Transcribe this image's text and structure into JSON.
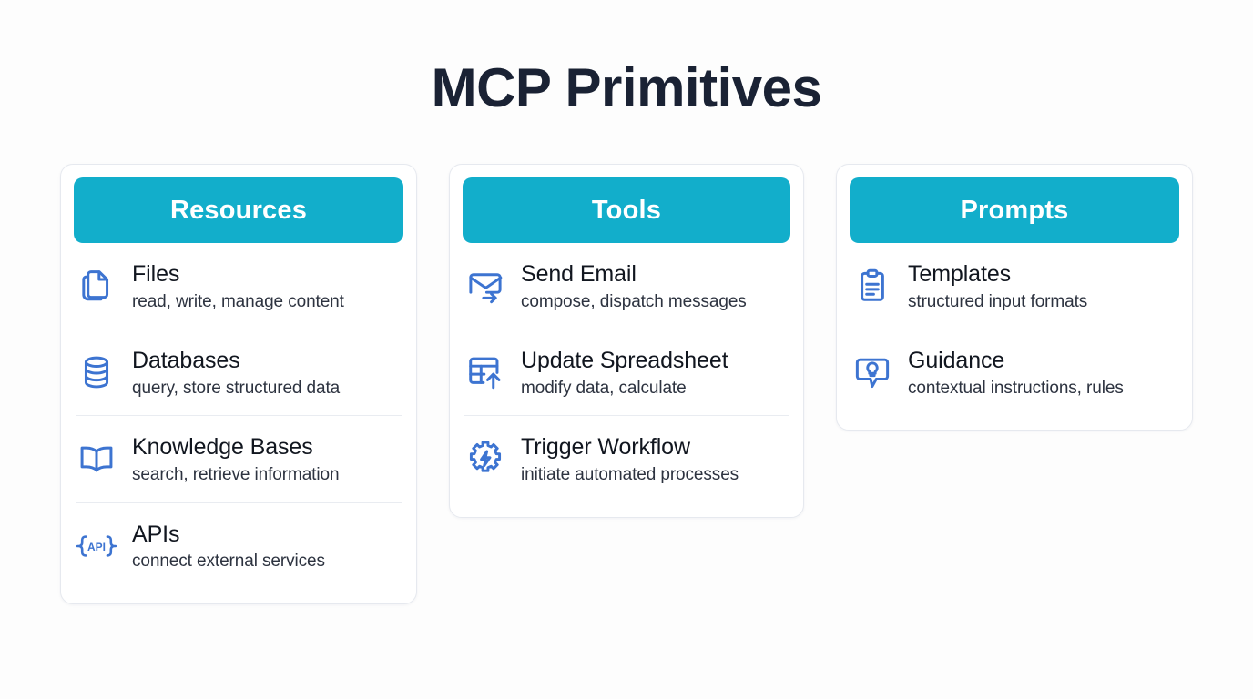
{
  "page": {
    "title": "MCP Primitives",
    "background_color": "#fdfdfd",
    "title_color": "#1a2234",
    "header_color": "#12aecb",
    "icon_color": "#3d74d1",
    "divider_color": "#e9ecf1"
  },
  "cards": [
    {
      "header": "Resources",
      "items": [
        {
          "icon": "files-icon",
          "title": "Files",
          "desc": "read, write, manage content"
        },
        {
          "icon": "database-icon",
          "title": "Databases",
          "desc": "query, store structured data"
        },
        {
          "icon": "open-book-icon",
          "title": "Knowledge Bases",
          "desc": "search, retrieve information"
        },
        {
          "icon": "api-brackets-icon",
          "title": "APIs",
          "desc": "connect external services"
        }
      ]
    },
    {
      "header": "Tools",
      "items": [
        {
          "icon": "envelope-arrow-icon",
          "title": "Send Email",
          "desc": "compose, dispatch messages"
        },
        {
          "icon": "spreadsheet-upload-icon",
          "title": "Update Spreadsheet",
          "desc": "modify data, calculate"
        },
        {
          "icon": "gear-bolt-icon",
          "title": "Trigger Workflow",
          "desc": "initiate automated processes"
        }
      ]
    },
    {
      "header": "Prompts",
      "items": [
        {
          "icon": "clipboard-list-icon",
          "title": "Templates",
          "desc": "structured input formats"
        },
        {
          "icon": "bubble-bulb-icon",
          "title": "Guidance",
          "desc": "contextual instructions, rules"
        }
      ]
    }
  ]
}
